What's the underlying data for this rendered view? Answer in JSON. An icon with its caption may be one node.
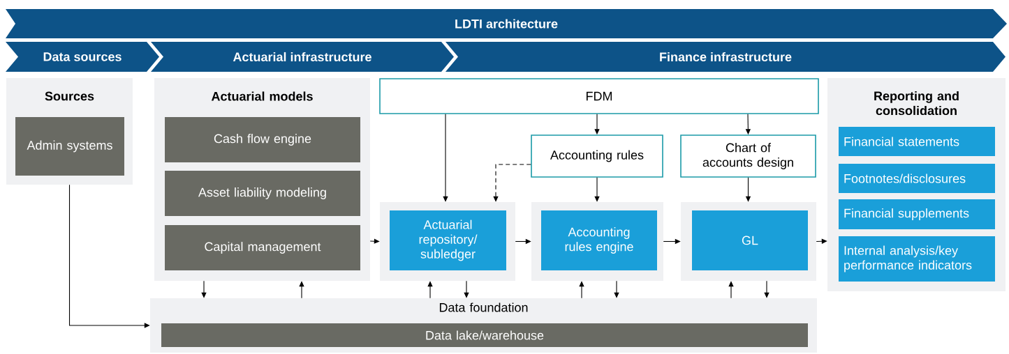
{
  "diagram": {
    "nodes": [
      {
        "text": [
          "LDTI architecture"
        ]
      },
      {
        "text": [
          "Data sources"
        ]
      },
      {
        "text": [
          "Actuarial infrastructure"
        ]
      },
      {
        "text": [
          "Finance infrastructure"
        ]
      },
      {
        "text": [
          "Sources"
        ]
      },
      {
        "text": [
          "Admin systems"
        ],
        "in": 4
      },
      {
        "text": [
          "Actuarial models"
        ]
      },
      {
        "text": [
          "Cash flow engine"
        ],
        "in": 6
      },
      {
        "text": [
          "Asset liability modeling"
        ],
        "in": 6
      },
      {
        "text": [
          "Capital management"
        ],
        "in": 6
      },
      {
        "text": [
          "FDM"
        ]
      },
      {
        "text": [
          "Accounting rules"
        ]
      },
      {
        "text": [
          "Chart of accounts design"
        ]
      },
      {
        "text": [],
        "shape": "box"
      },
      {
        "text": [
          "Actuarial repository/ subledger"
        ],
        "in": 13
      },
      {
        "text": [],
        "shape": "box"
      },
      {
        "text": [
          "Accounting rules engine"
        ],
        "in": 15
      },
      {
        "text": [],
        "shape": "box"
      },
      {
        "text": [
          "GL"
        ],
        "in": 17
      },
      {
        "text": [
          "Reporting and consolidation"
        ]
      },
      {
        "text": [
          "Financial statements"
        ],
        "in": 19
      },
      {
        "text": [
          "Footnotes/disclosures"
        ],
        "in": 19
      },
      {
        "text": [
          "Financial supplements"
        ],
        "in": 19
      },
      {
        "text": [
          "Internal analysis/key performance indicators"
        ],
        "in": 19
      },
      {
        "text": [
          "Data foundation"
        ]
      },
      {
        "text": [
          "Data lake/warehouse"
        ],
        "in": 24
      }
    ],
    "edges": [
      {
        "from": 4,
        "to": 24,
        "arrow": "to"
      },
      {
        "from": 6,
        "to": 13,
        "arrow": "to"
      },
      {
        "from": 13,
        "to": 15,
        "arrow": "to"
      },
      {
        "from": 15,
        "to": 17,
        "arrow": "to"
      },
      {
        "from": 17,
        "to": 19,
        "arrow": "to"
      },
      {
        "from": 10,
        "to": 13,
        "arrow": "to"
      },
      {
        "from": 11,
        "to": 13,
        "arrow": "to",
        "style": "dashed"
      },
      {
        "from": 10,
        "to": 11,
        "arrow": "to"
      },
      {
        "from": 10,
        "to": 12,
        "arrow": "to"
      },
      {
        "from": 11,
        "to": 15,
        "arrow": "to"
      },
      {
        "from": 12,
        "to": 17,
        "arrow": "to"
      },
      {
        "from": 6,
        "to": 24,
        "arrow": "to"
      },
      {
        "from": 24,
        "to": 6,
        "arrow": "to"
      },
      {
        "from": 24,
        "to": 13,
        "arrow": "to"
      },
      {
        "from": 13,
        "to": 24,
        "arrow": "to"
      },
      {
        "from": 24,
        "to": 15,
        "arrow": "to"
      },
      {
        "from": 15,
        "to": 24,
        "arrow": "to"
      },
      {
        "from": 24,
        "to": 17,
        "arrow": "to"
      },
      {
        "from": 17,
        "to": 24,
        "arrow": "to"
      }
    ]
  }
}
